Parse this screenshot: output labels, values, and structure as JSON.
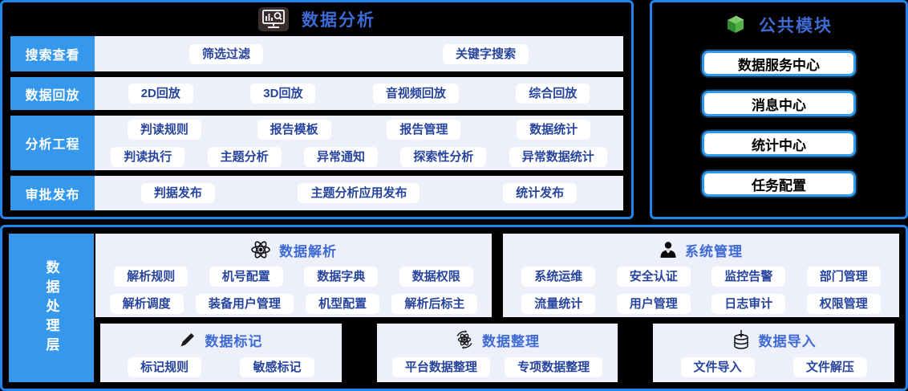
{
  "colors": {
    "page_background": "#000000",
    "panel_border_blue": "#2185ec",
    "label_blue": "#3598ec",
    "row_background": "#edeffa",
    "chip_text_navy": "#27449e",
    "title_blue": "#3e6ad6",
    "cube_green": "#53b145"
  },
  "data_analysis": {
    "title": "数据分析",
    "rows": [
      {
        "label": "搜索查看",
        "chips": [
          "筛选过滤",
          "关键字搜索"
        ]
      },
      {
        "label": "数据回放",
        "chips": [
          "2D回放",
          "3D回放",
          "音视频回放",
          "综合回放"
        ]
      },
      {
        "label": "分析工程",
        "chips_line1": [
          "判读规则",
          "报告模板",
          "报告管理",
          "数据统计"
        ],
        "chips_line2": [
          "判读执行",
          "主题分析",
          "异常通知",
          "探索性分析",
          "异常数据统计"
        ]
      },
      {
        "label": "审批发布",
        "chips": [
          "判据发布",
          "主题分析应用发布",
          "统计发布"
        ]
      }
    ]
  },
  "common_modules": {
    "title": "公共模块",
    "buttons": [
      "数据服务中心",
      "消息中心",
      "统计中心",
      "任务配置"
    ]
  },
  "processing_layer": {
    "label": "数据处理层",
    "sections": [
      {
        "title": "数据解析",
        "chips_line1": [
          "解析规则",
          "机号配置",
          "数据字典",
          "数据权限"
        ],
        "chips_line2": [
          "解析调度",
          "装备用户管理",
          "机型配置",
          "解析后标主"
        ]
      },
      {
        "title": "系统管理",
        "chips_line1": [
          "系统运维",
          "安全认证",
          "监控告警",
          "部门管理"
        ],
        "chips_line2": [
          "流量统计",
          "用户管理",
          "日志审计",
          "权限管理"
        ]
      },
      {
        "title": "数据标记",
        "chips": [
          "标记规则",
          "敏感标记"
        ]
      },
      {
        "title": "数据整理",
        "chips": [
          "平台数据整理",
          "专项数据整理"
        ]
      },
      {
        "title": "数据导入",
        "chips": [
          "文件导入",
          "文件解压"
        ]
      }
    ]
  }
}
